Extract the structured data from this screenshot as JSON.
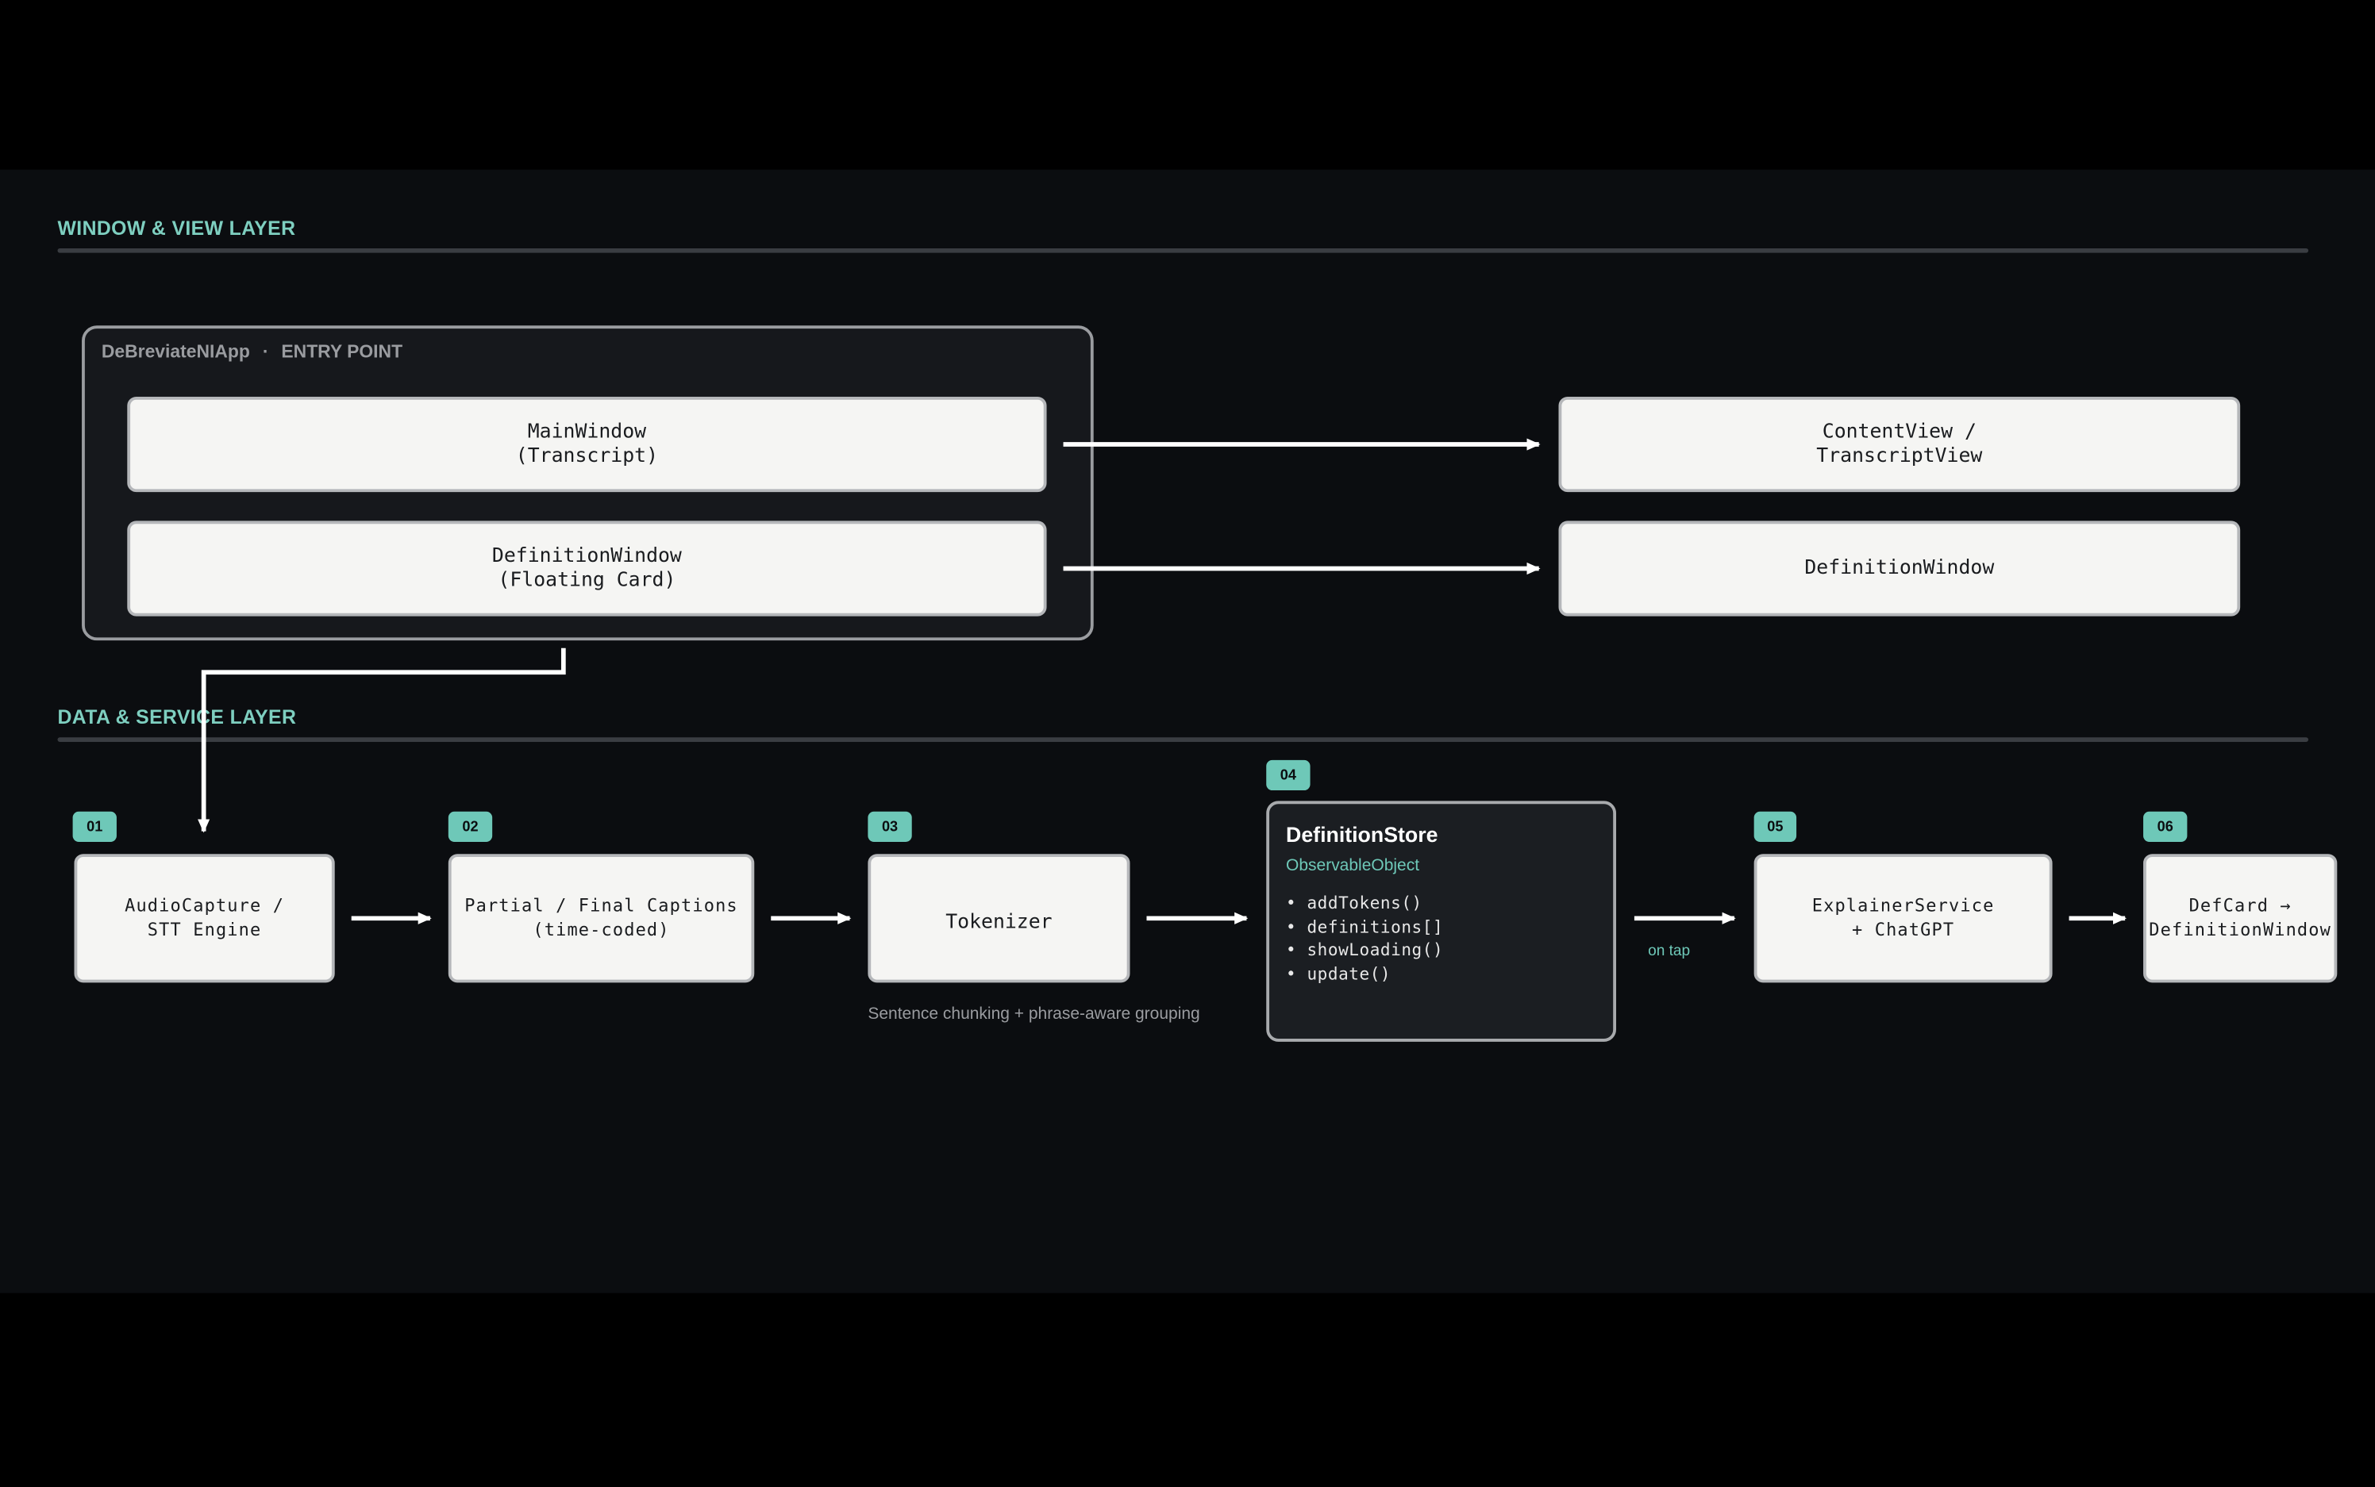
{
  "sections": {
    "top_title": "WINDOW & VIEW LAYER",
    "bottom_title": "DATA & SERVICE LAYER"
  },
  "entry": {
    "app_name": "DeBreviateNIApp",
    "separator": "·",
    "tag": "ENTRY POINT",
    "windows": [
      {
        "line1": "MainWindow",
        "line2": "(Transcript)"
      },
      {
        "line1": "DefinitionWindow",
        "line2": "(Floating Card)"
      }
    ]
  },
  "views": [
    {
      "line1": "ContentView /",
      "line2": "TranscriptView"
    },
    {
      "line1": "DefinitionWindow",
      "line2": ""
    }
  ],
  "pipeline": [
    {
      "badge": "01",
      "line1": "AudioCapture /",
      "line2": "STT Engine"
    },
    {
      "badge": "02",
      "line1": "Partial / Final Captions",
      "line2": "(time-coded)"
    },
    {
      "badge": "03",
      "line1": "Tokenizer",
      "line2": ""
    },
    {
      "badge": "05",
      "line1": "ExplainerService",
      "line2": "+ ChatGPT"
    },
    {
      "badge": "06",
      "line1": "DefCard →",
      "line2": "DefinitionWindow"
    }
  ],
  "store": {
    "badge": "04",
    "title": "DefinitionStore",
    "subtitle": "ObservableObject",
    "members": [
      "• addTokens()",
      "• definitions[]",
      "• showLoading()",
      "• update()"
    ]
  },
  "annotations": {
    "tokenizer_note": "Sentence chunking + phrase-aware grouping",
    "on_tap": "on tap"
  },
  "colors": {
    "background": "#000000",
    "panel": "#0b0d10",
    "accent": "#6ec8b8",
    "box_fill": "#f5f5f3",
    "wire": "#ffffff"
  }
}
